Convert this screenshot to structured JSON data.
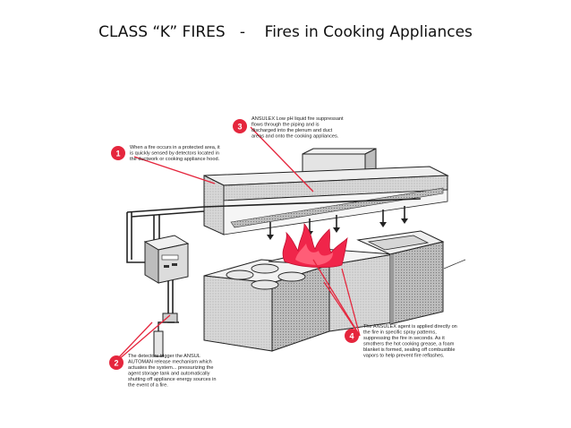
{
  "slide": {
    "title_left": "CLASS “K” FIRES",
    "title_sep": "-",
    "title_right": "Fires in Cooking Appliances"
  },
  "callouts": [
    {
      "number": "1",
      "lines": [
        "When a fire occurs in a protected area, it",
        "is quickly sensed by detectors located in",
        "the ductwork or cooking appliance hood."
      ]
    },
    {
      "number": "2",
      "lines": [
        "The detectors trigger the ANSUL",
        "AUTOMAN release mechanism which",
        "actuates the system... pressurizing the",
        "agent storage tank and automatically",
        "shutting off appliance energy sources in",
        "the event of a fire."
      ]
    },
    {
      "number": "3",
      "lines": [
        "ANSULEX Low pH liquid fire suppressant",
        "flows through the piping and is",
        "discharged into the plenum and duct",
        "areas and onto the cooking appliances."
      ]
    },
    {
      "number": "4",
      "lines": [
        "The ANSULEX agent is applied directly on",
        "the fire in specific spray patterns,",
        "suppressing the fire in seconds. As it",
        "smothers the hot cooking grease, a foam",
        "blanket is formed, sealing off combustible",
        "vapors to help prevent fire reflashes."
      ]
    }
  ],
  "colors": {
    "accent_red": "#e5263d",
    "fire_red": "#f0254a",
    "line_dark": "#222222",
    "panel_gray": "#cfcfcf"
  }
}
